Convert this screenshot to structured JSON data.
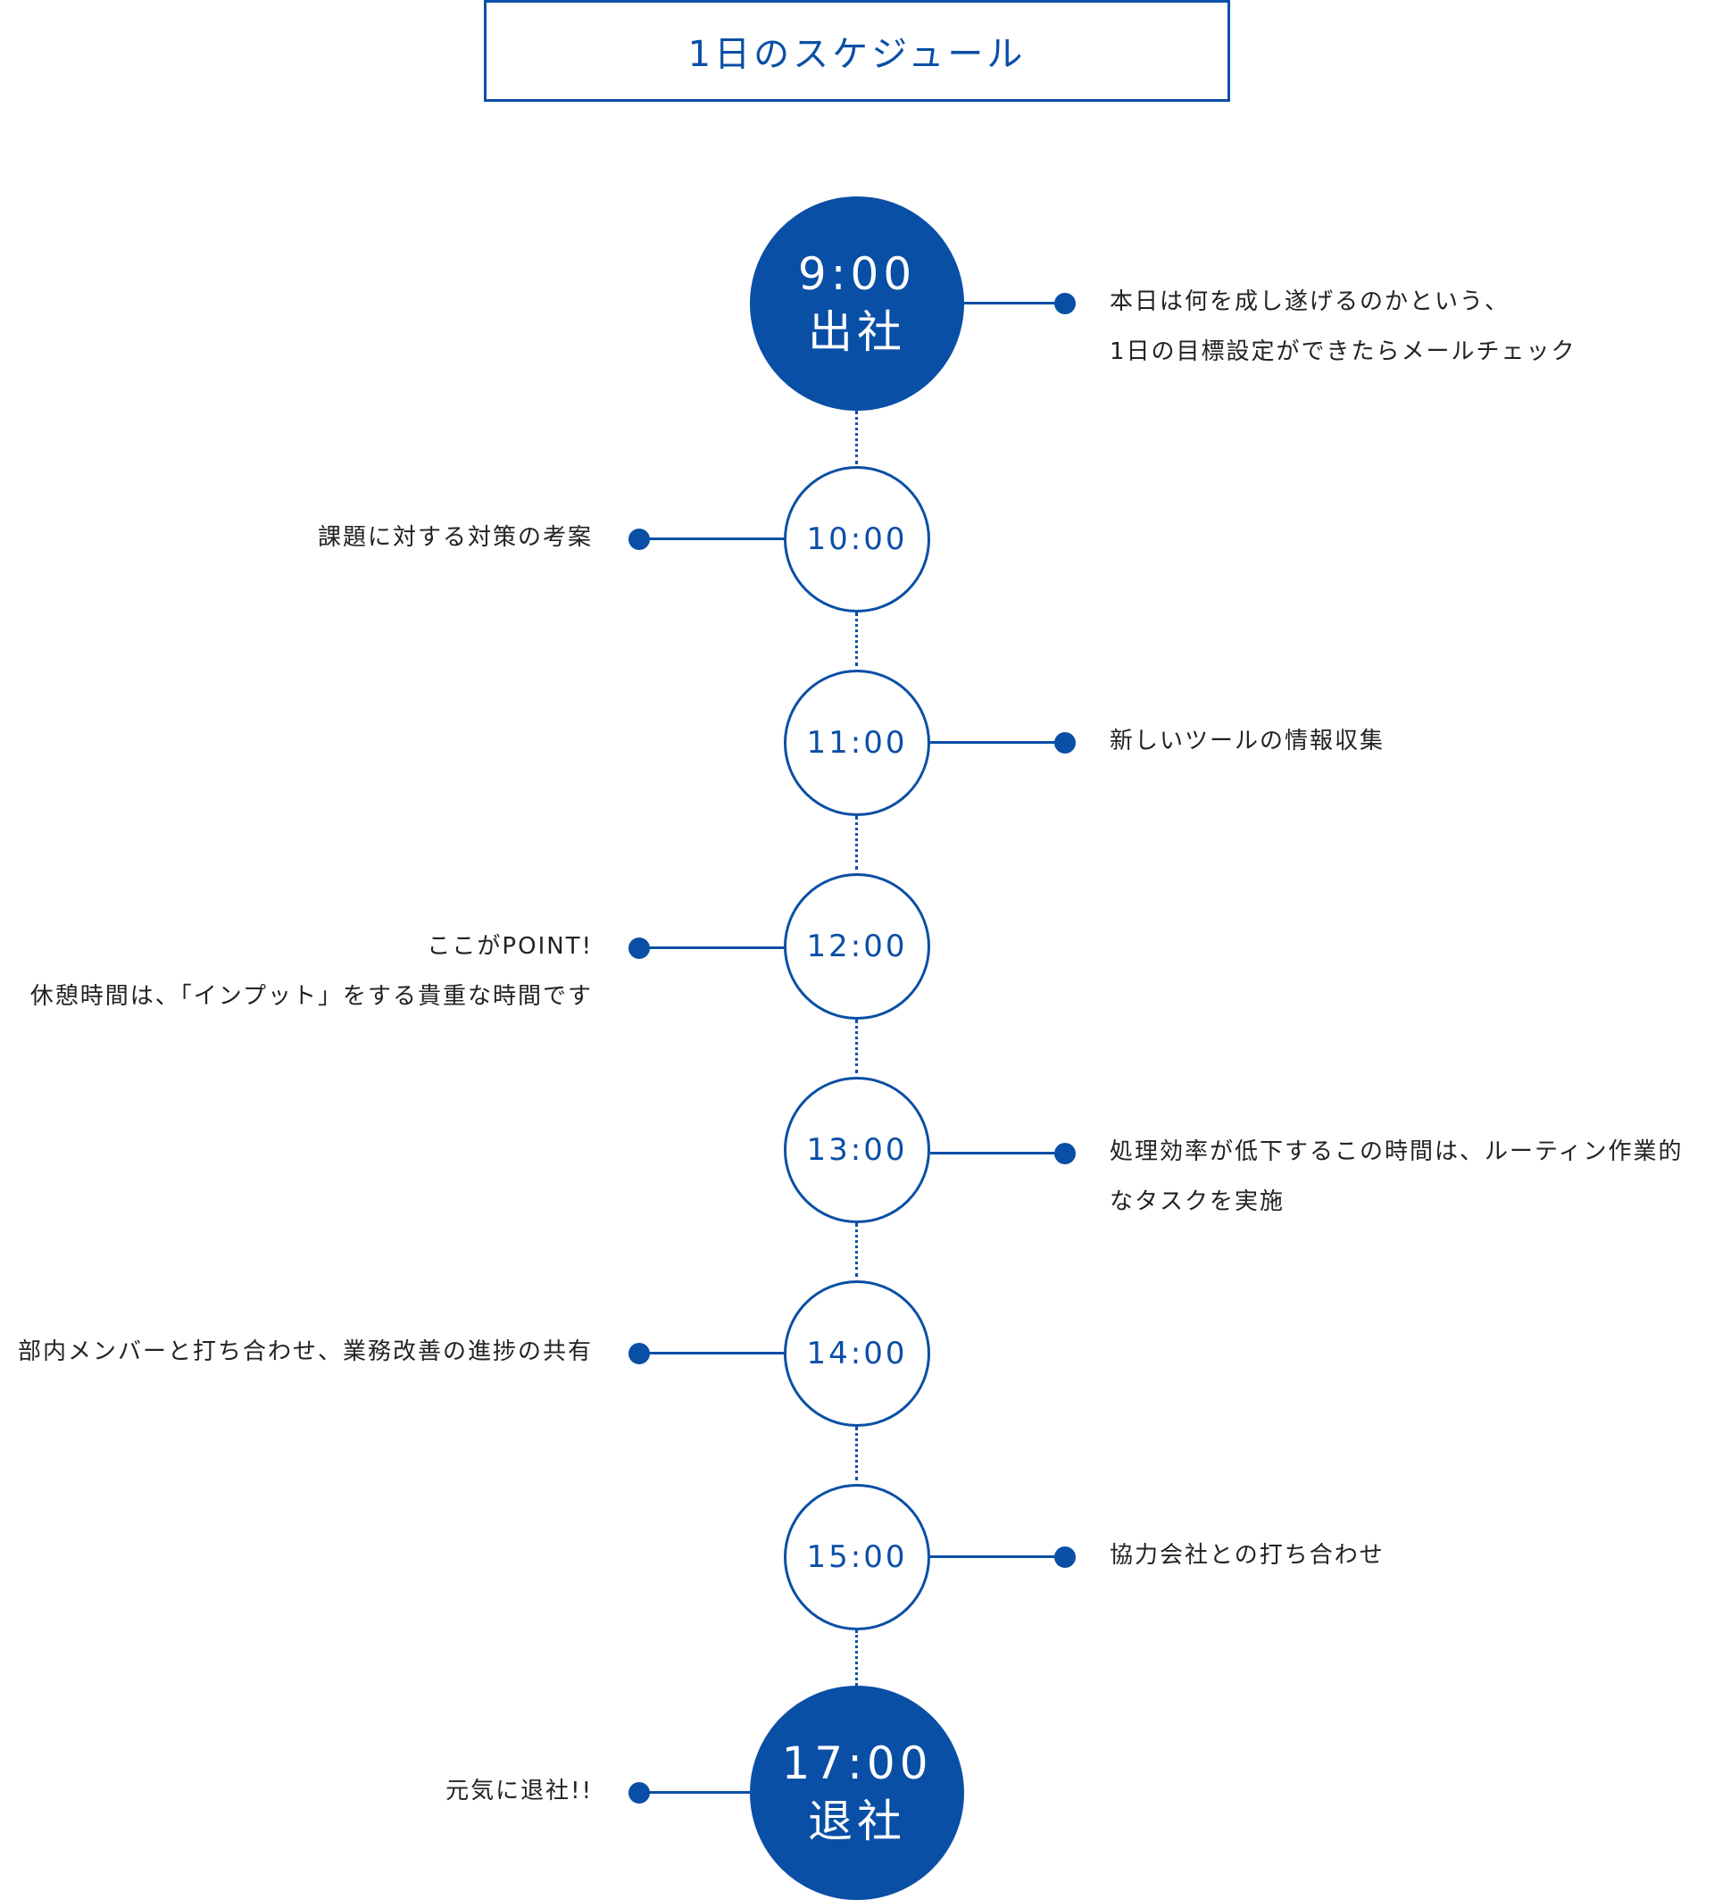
{
  "title": "1日のスケジュール",
  "colors": {
    "accent": "#0a4fa6",
    "text": "#222222",
    "background": "#ffffff"
  },
  "schedule": [
    {
      "time": "9:00",
      "label": "出社",
      "style": "filled",
      "side": "right",
      "lines": [
        "本日は何を成し遂げるのかという、",
        "1日の目標設定ができたらメールチェック"
      ]
    },
    {
      "time": "10:00",
      "style": "outline",
      "side": "left",
      "lines": [
        "課題に対する対策の考案"
      ]
    },
    {
      "time": "11:00",
      "style": "outline",
      "side": "right",
      "lines": [
        "新しいツールの情報収集"
      ]
    },
    {
      "time": "12:00",
      "style": "outline",
      "side": "left",
      "lines": [
        "ここがPOINT!",
        "休憩時間は、「インプット」をする貴重な時間です"
      ]
    },
    {
      "time": "13:00",
      "style": "outline",
      "side": "right",
      "lines": [
        "処理効率が低下するこの時間は、ルーティン作業的",
        "なタスクを実施"
      ]
    },
    {
      "time": "14:00",
      "style": "outline",
      "side": "left",
      "lines": [
        "部内メンバーと打ち合わせ、業務改善の進捗の共有"
      ]
    },
    {
      "time": "15:00",
      "style": "outline",
      "side": "right",
      "lines": [
        "協力会社との打ち合わせ"
      ]
    },
    {
      "time": "17:00",
      "label": "退社",
      "style": "filled",
      "side": "left",
      "lines": [
        "元気に退社!!"
      ]
    }
  ]
}
